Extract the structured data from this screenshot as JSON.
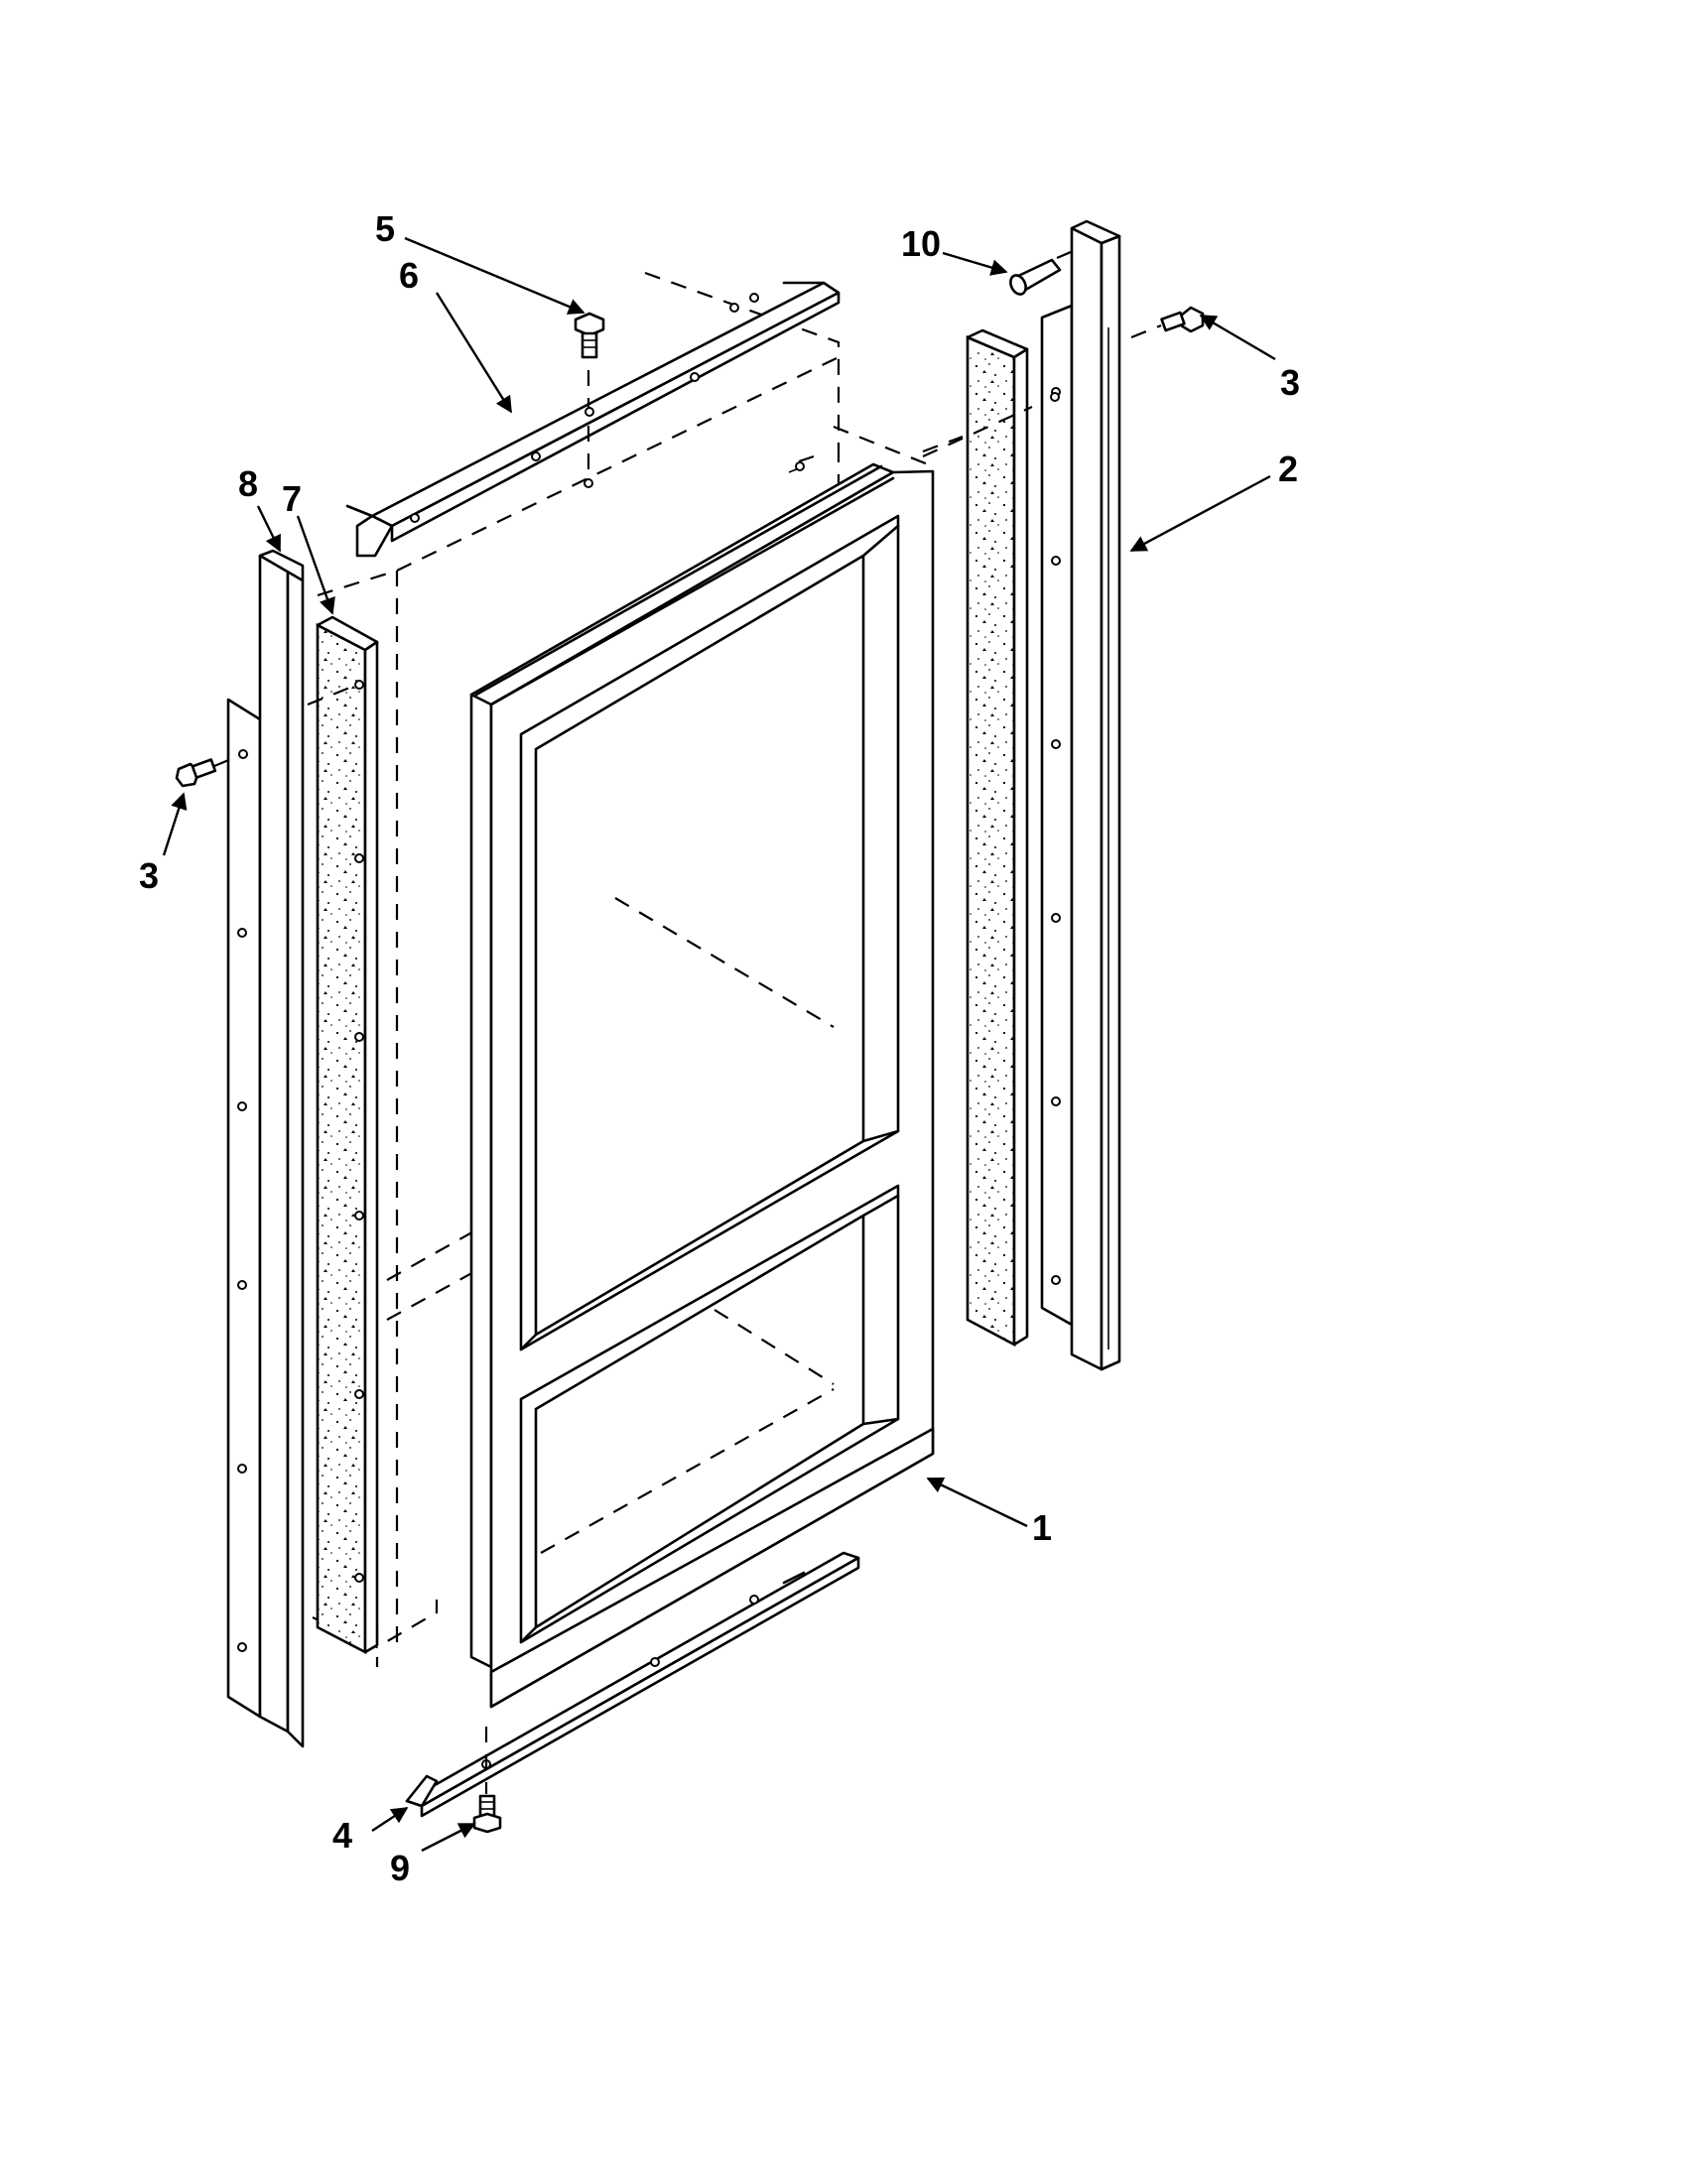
{
  "callouts": [
    {
      "id": "callout-1",
      "text": "1"
    },
    {
      "id": "callout-2",
      "text": "2"
    },
    {
      "id": "callout-3-right",
      "text": "3"
    },
    {
      "id": "callout-3-left",
      "text": "3"
    },
    {
      "id": "callout-4",
      "text": "4"
    },
    {
      "id": "callout-5",
      "text": "5"
    },
    {
      "id": "callout-6",
      "text": "6"
    },
    {
      "id": "callout-7",
      "text": "7"
    },
    {
      "id": "callout-8",
      "text": "8"
    },
    {
      "id": "callout-9",
      "text": "9"
    },
    {
      "id": "callout-10",
      "text": "10"
    }
  ],
  "colors": {
    "line": "#000000",
    "background": "#ffffff"
  }
}
